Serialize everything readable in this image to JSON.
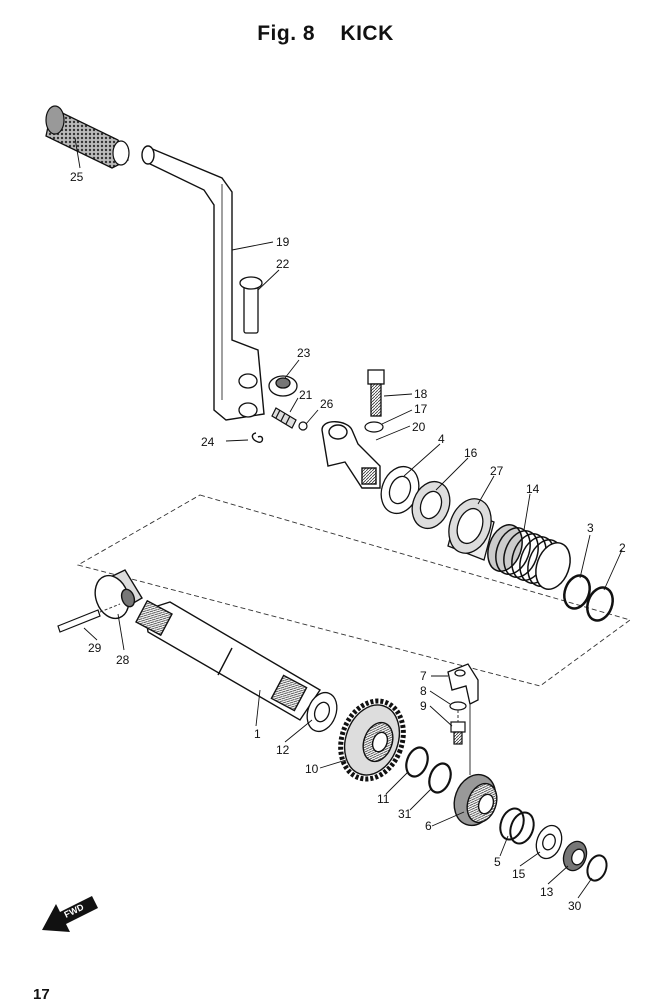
{
  "figure": {
    "title": "Fig. 8    KICK"
  },
  "page_number": "17",
  "fwd_label": "FWD",
  "callouts": {
    "p1": "1",
    "p2": "2",
    "p3": "3",
    "p4": "4",
    "p5": "5",
    "p6": "6",
    "p7": "7",
    "p8": "8",
    "p9": "9",
    "p10": "10",
    "p11": "11",
    "p12": "12",
    "p13": "13",
    "p14": "14",
    "p15": "15",
    "p16": "16",
    "p17": "17",
    "p18": "18",
    "p19": "19",
    "p20": "20",
    "p21": "21",
    "p22": "22",
    "p23": "23",
    "p24": "24",
    "p25": "25",
    "p26": "26",
    "p27": "27",
    "p28": "28",
    "p29": "29",
    "p30": "30",
    "p31": "31"
  }
}
